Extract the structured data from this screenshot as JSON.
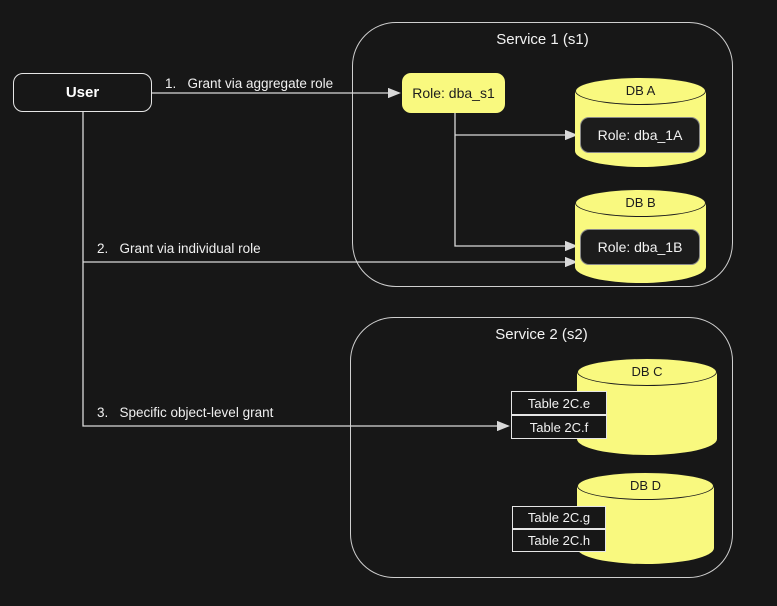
{
  "colors": {
    "background": "#171717",
    "accent_yellow": "#f9f97f",
    "line_gray": "#d9d9d9",
    "dark_text": "#1d1d1d",
    "light_text": "#f2f2f2"
  },
  "user": {
    "label": "User"
  },
  "edges": [
    {
      "label": "1.   Grant via aggregate role"
    },
    {
      "label": "2.   Grant via individual role"
    },
    {
      "label": "3.   Specific object-level grant"
    }
  ],
  "service1": {
    "title": "Service 1 (s1)",
    "aggregate_role": {
      "label": "Role: dba_s1"
    },
    "databases": [
      {
        "name": "DB A",
        "role": "Role: dba_1A"
      },
      {
        "name": "DB B",
        "role": "Role: dba_1B"
      }
    ]
  },
  "service2": {
    "title": "Service 2 (s2)",
    "databases": [
      {
        "name": "DB C",
        "tables": [
          "Table 2C.e",
          "Table 2C.f"
        ]
      },
      {
        "name": "DB D",
        "tables": [
          "Table 2C.g",
          "Table 2C.h"
        ]
      }
    ]
  }
}
